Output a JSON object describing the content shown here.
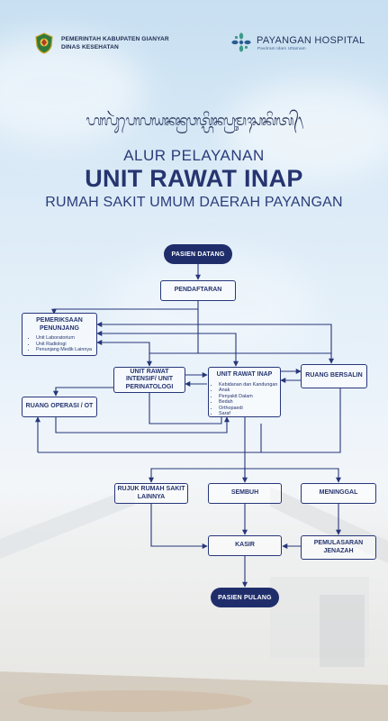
{
  "header": {
    "gov_line1": "PEMERINTAH KABUPATEN GIANYAR",
    "gov_line2": "DINAS KESEHATAN",
    "hospital_name": "PAYANGAN HOSPITAL",
    "hospital_tagline": "Pavitram Idam Uttamam"
  },
  "balinese_script": "ᬳᬮᬸᬃᬧᬾᬮᬬᬦᬦ᭄ᬭᬯᬢ᭄ᬳᬶᬦᬧ᭄ᬭᬸᬫᬄᬲᬓᬶᬢ᭄᭞",
  "title": {
    "line1": "ALUR PELAYANAN",
    "line2": "UNIT RAWAT INAP",
    "line3": "RUMAH SAKIT UMUM DAERAH PAYANGAN"
  },
  "flow": {
    "start": "PASIEN DATANG",
    "registration": "PENDAFTARAN",
    "support": {
      "label": "PEMERIKSAAN PENUNJANG",
      "items": [
        "Unit Laboratorium",
        "Unit Radiologi",
        "Penunjang Medik Lainnya"
      ]
    },
    "intensive": "UNIT RAWAT INTENSIF/ UNIT PERINATOLOGI",
    "inpatient": {
      "label": "UNIT RAWAT INAP",
      "items": [
        "Kebidanan dan Kandungan",
        "Anak",
        "Penyakit Dalam",
        "Bedah",
        "Orthopaedi",
        "Saraf"
      ]
    },
    "maternity": "RUANG BERSALIN",
    "operating": "RUANG OPERASI / OT",
    "referral": "RUJUK RUMAH SAKIT LAINNYA",
    "recovered": "SEMBUH",
    "deceased": "MENINGGAL",
    "cashier": "KASIR",
    "funeral": "PEMULASARAN JENAZAH",
    "end": "PASIEN PULANG"
  }
}
